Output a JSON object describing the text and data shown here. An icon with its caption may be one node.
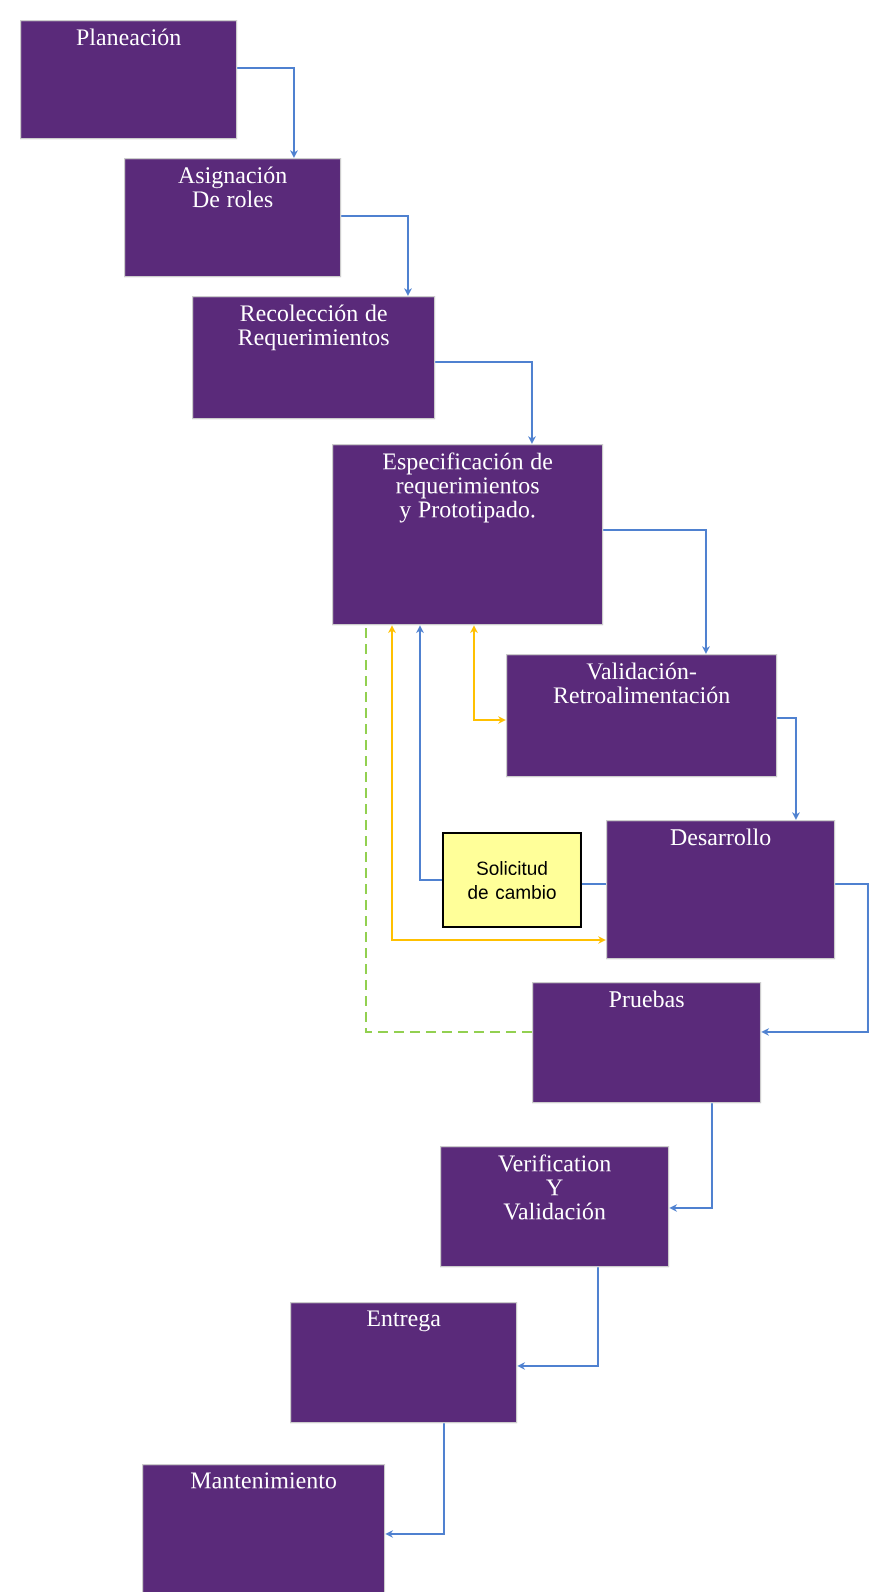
{
  "diagram": {
    "nodes": [
      {
        "text": [
          "Planeación"
        ]
      },
      {
        "text": [
          "Asignación De roles"
        ]
      },
      {
        "text": [
          "Recolección de Requerimientos"
        ]
      },
      {
        "text": [
          "Especificación de requerimientos y Prototipado."
        ]
      },
      {
        "text": [
          "Validación-Retroalimentación"
        ]
      },
      {
        "text": [
          "Solicitud de cambio"
        ]
      },
      {
        "text": [
          "Desarrollo"
        ]
      },
      {
        "text": [
          "Pruebas"
        ]
      },
      {
        "text": [
          "Verification Y Validación"
        ]
      },
      {
        "text": [
          "Entrega"
        ]
      },
      {
        "text": [
          "Mantenimiento"
        ]
      }
    ],
    "edges": [
      {
        "from": 0,
        "to": 1,
        "arrow": "to"
      },
      {
        "from": 1,
        "to": 2,
        "arrow": "to"
      },
      {
        "from": 2,
        "to": 3,
        "arrow": "to"
      },
      {
        "from": 3,
        "to": 4,
        "arrow": "to"
      },
      {
        "from": 4,
        "to": 6,
        "arrow": "to"
      },
      {
        "from": 6,
        "to": 7,
        "arrow": "to"
      },
      {
        "from": 6,
        "to": 5,
        "arrow": "none"
      },
      {
        "from": 5,
        "to": 3,
        "arrow": "to"
      },
      {
        "from": 3,
        "to": 4,
        "arrow": "both",
        "color": "#ffc000"
      },
      {
        "from": 3,
        "to": 6,
        "arrow": "both",
        "color": "#ffc000"
      },
      {
        "from": 7,
        "to": 3,
        "arrow": "none",
        "style": "dashed",
        "color": "#92d050"
      },
      {
        "from": 7,
        "to": 8,
        "arrow": "to"
      },
      {
        "from": 8,
        "to": 9,
        "arrow": "to"
      },
      {
        "from": 9,
        "to": 10,
        "arrow": "to"
      }
    ]
  }
}
